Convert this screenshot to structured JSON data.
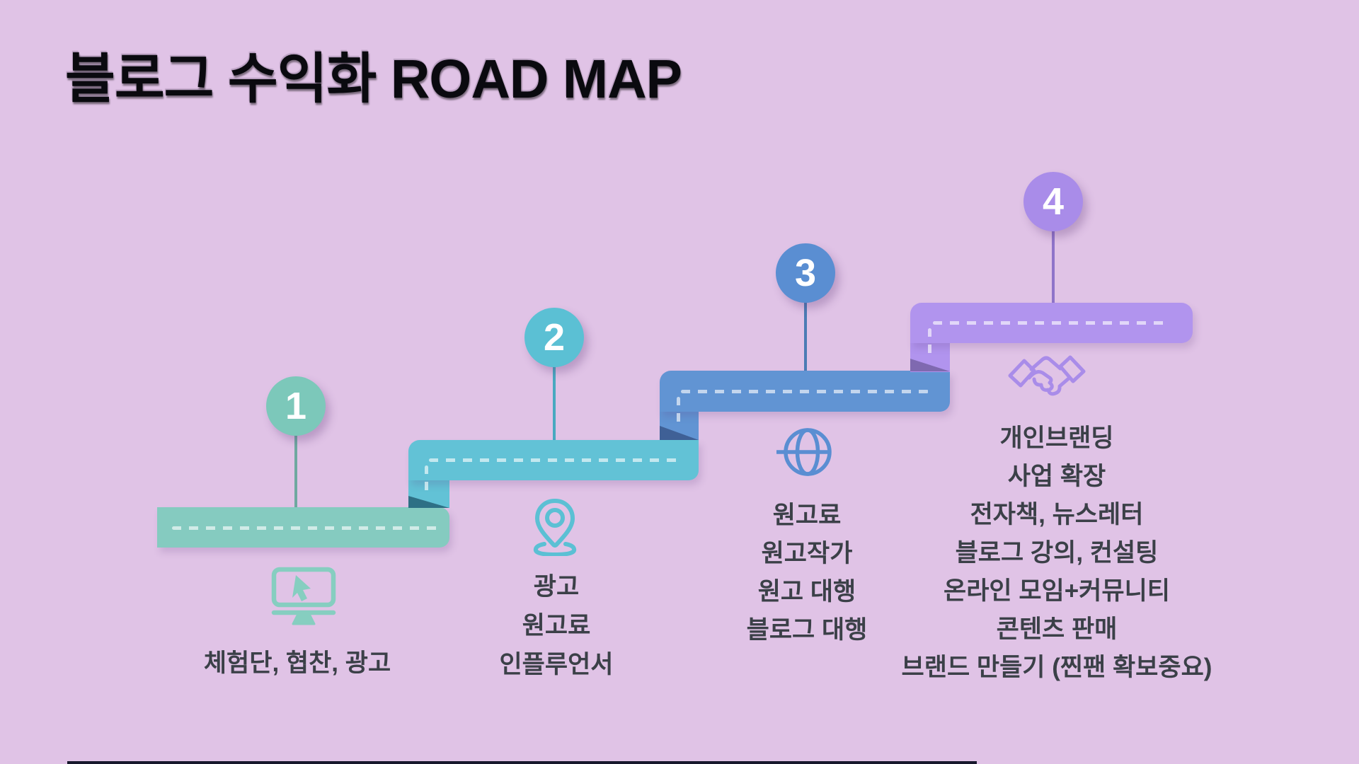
{
  "title": "블로그 수익화 ROAD MAP",
  "steps": [
    {
      "number": "1",
      "icon": "monitor-cursor-icon",
      "color": "#7cc8ba",
      "bar_color": "#85cbc0",
      "lines": [
        "체험단, 협찬, 광고"
      ]
    },
    {
      "number": "2",
      "icon": "location-pin-icon",
      "color": "#5bc0d4",
      "bar_color": "#62c2d6",
      "fold_color": "#2e7085",
      "lines": [
        "광고",
        "원고료",
        "인플루언서"
      ]
    },
    {
      "number": "3",
      "icon": "globe-icon",
      "color": "#5a8ed2",
      "bar_color": "#6194d3",
      "fold_color": "#3f6096",
      "lines": [
        "원고료",
        "원고작가",
        "원고 대행",
        "블로그 대행"
      ]
    },
    {
      "number": "4",
      "icon": "handshake-icon",
      "color": "#a98ce9",
      "bar_color": "#b194ee",
      "fold_color": "#7f69b0",
      "lines": [
        "개인브랜딩",
        "사업 확장",
        "전자책, 뉴스레터",
        "블로그 강의, 컨설팅",
        "온라인 모임+커뮤니티",
        "콘텐츠 판매",
        "브랜드 만들기 (찐팬 확보중요)"
      ]
    }
  ],
  "colors": {
    "background": "#e0c3e6",
    "title_text": "#0a0a0f",
    "body_text": "#3b4048",
    "dash": "rgba(255,255,255,0.62)",
    "bottom_strip": "#17182c"
  }
}
